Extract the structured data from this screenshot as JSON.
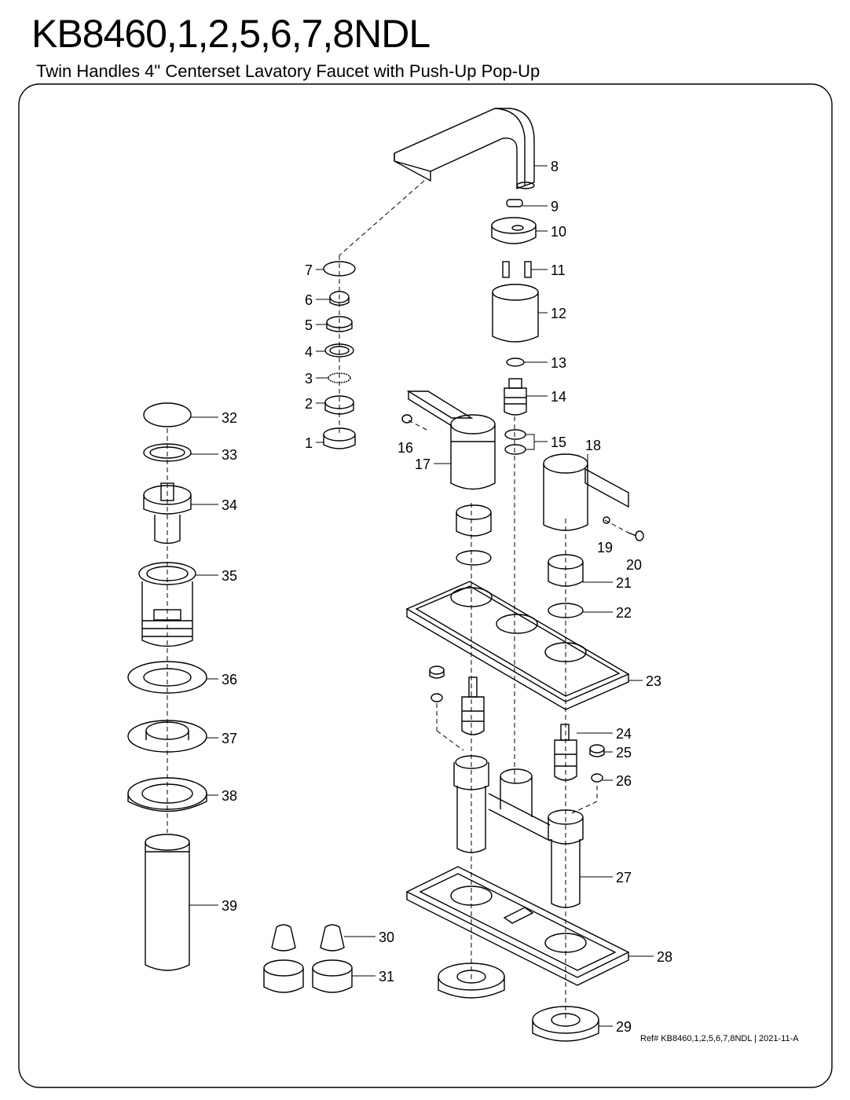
{
  "title": "KB8460,1,2,5,6,7,8NDL",
  "subtitle": "Twin Handles 4\" Centerset Lavatory Faucet with Push-Up Pop-Up",
  "reference": "Ref# KB8460,1,2,5,6,7,8NDL | 2021-11-A",
  "part_labels": [
    "1",
    "2",
    "3",
    "4",
    "5",
    "6",
    "7",
    "8",
    "9",
    "10",
    "11",
    "12",
    "13",
    "14",
    "15",
    "16",
    "17",
    "18",
    "19",
    "20",
    "21",
    "22",
    "23",
    "24",
    "25",
    "26",
    "27",
    "28",
    "29",
    "30",
    "31",
    "32",
    "33",
    "34",
    "35",
    "36",
    "37",
    "38",
    "39"
  ]
}
